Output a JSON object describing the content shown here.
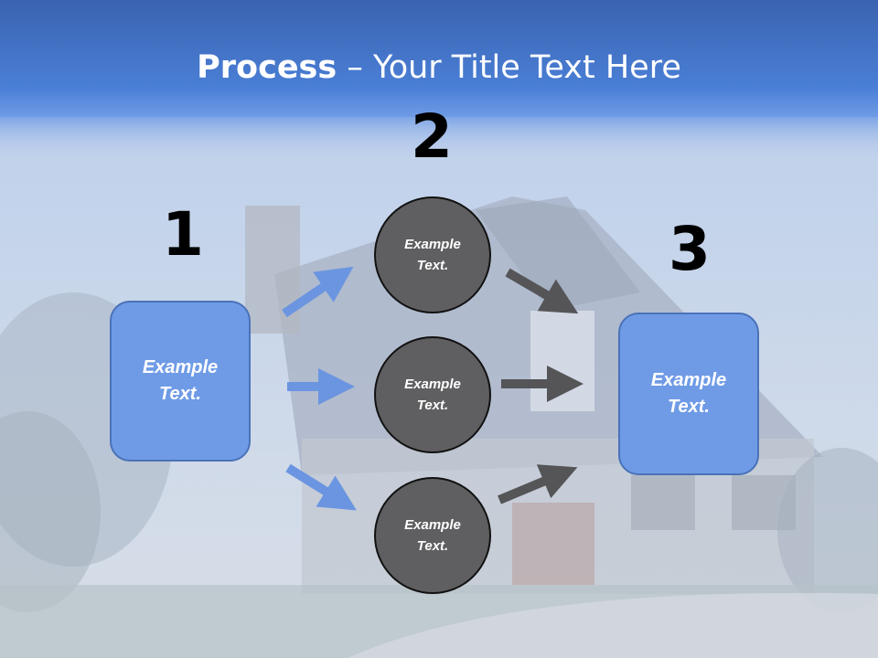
{
  "slide": {
    "title_bold": "Process",
    "title_rest": " – Your Title Text Here"
  },
  "steps": {
    "step1_number": "1",
    "step2_number": "2",
    "step3_number": "3"
  },
  "left_box": {
    "text": "Example Text."
  },
  "right_box": {
    "text": "Example Text."
  },
  "circles": [
    {
      "text": "Example Text."
    },
    {
      "text": "Example Text."
    },
    {
      "text": "Example Text."
    }
  ],
  "colors": {
    "header_blue": "#3a6cc4",
    "box_fill": "#6f9be6",
    "circle_fill": "#5f5f61",
    "arrow_blue": "#6b95e0",
    "arrow_gray": "#555558"
  }
}
